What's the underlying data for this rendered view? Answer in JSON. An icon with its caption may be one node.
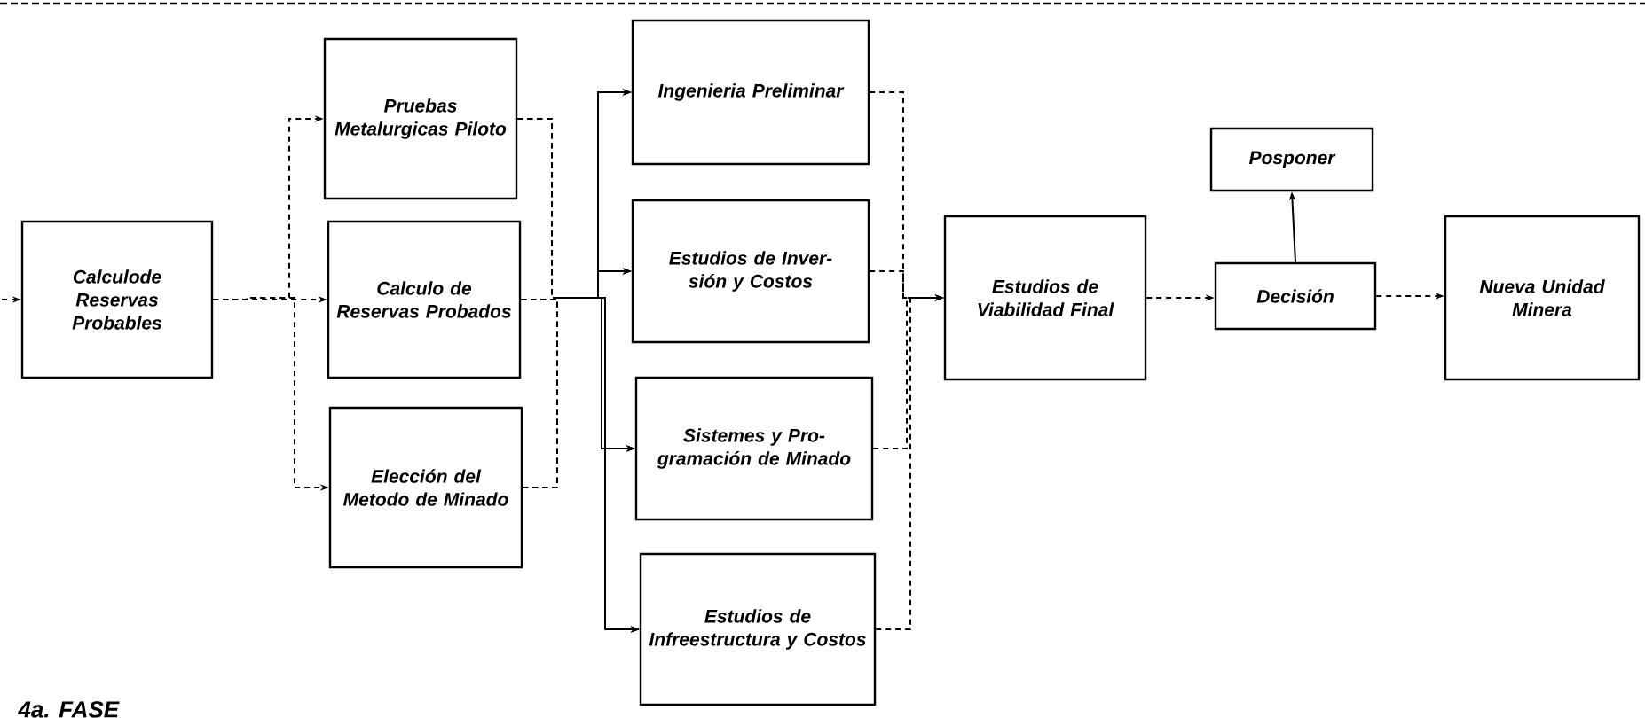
{
  "diagram": {
    "nodes": [
      {
        "text": [
          "Calculode Reservas Probables"
        ]
      },
      {
        "text": [
          "Pruebas Metalurgicas Piloto"
        ]
      },
      {
        "text": [
          "Calculo de Reservas Probados"
        ]
      },
      {
        "text": [
          "Elección del Metodo de Minado"
        ]
      },
      {
        "text": [
          "Ingenieria Preliminar"
        ]
      },
      {
        "text": [
          "Estudios de Inver- sión y Costos"
        ]
      },
      {
        "text": [
          "Sistemes y Pro- gramación de Minado"
        ]
      },
      {
        "text": [
          "Estudios de Infreestructura y Costos"
        ]
      },
      {
        "text": [
          "Estudios de Viabilidad Final"
        ]
      },
      {
        "text": [
          "Posponer"
        ]
      },
      {
        "text": [
          "Decisión"
        ]
      },
      {
        "text": [
          "Nueva Unidad Minera"
        ]
      }
    ],
    "edges": [
      {
        "from": null,
        "to": 0,
        "arrow": "to",
        "style": "dashed"
      },
      {
        "from": 0,
        "to": 1,
        "arrow": "to",
        "style": "dashed"
      },
      {
        "from": 0,
        "to": 2,
        "arrow": "to",
        "style": "dashed"
      },
      {
        "from": 0,
        "to": 3,
        "arrow": "to",
        "style": "dashed"
      },
      {
        "from": 1,
        "to": 4,
        "arrow": "to",
        "style": "dashed"
      },
      {
        "from": 1,
        "to": 5,
        "arrow": "to",
        "style": "dashed"
      },
      {
        "from": 1,
        "to": 6,
        "arrow": "to",
        "style": "dashed"
      },
      {
        "from": 1,
        "to": 7,
        "arrow": "to",
        "style": "dashed"
      },
      {
        "from": 2,
        "to": 4,
        "arrow": "to",
        "style": "dashed"
      },
      {
        "from": 2,
        "to": 5,
        "arrow": "to",
        "style": "dashed"
      },
      {
        "from": 2,
        "to": 6,
        "arrow": "to",
        "style": "dashed"
      },
      {
        "from": 2,
        "to": 7,
        "arrow": "to",
        "style": "dashed"
      },
      {
        "from": 3,
        "to": 4,
        "arrow": "to",
        "style": "dashed"
      },
      {
        "from": 3,
        "to": 5,
        "arrow": "to",
        "style": "dashed"
      },
      {
        "from": 3,
        "to": 6,
        "arrow": "to",
        "style": "dashed"
      },
      {
        "from": 3,
        "to": 7,
        "arrow": "to",
        "style": "dashed"
      },
      {
        "from": 4,
        "to": 8,
        "arrow": "to",
        "style": "dashed"
      },
      {
        "from": 5,
        "to": 8,
        "arrow": "to",
        "style": "dashed"
      },
      {
        "from": 6,
        "to": 8,
        "arrow": "to",
        "style": "dashed"
      },
      {
        "from": 7,
        "to": 8,
        "arrow": "to",
        "style": "dashed"
      },
      {
        "from": 8,
        "to": 10,
        "arrow": "to",
        "style": "dashed"
      },
      {
        "from": 10,
        "to": 11,
        "arrow": "to",
        "style": "dashed"
      },
      {
        "from": 10,
        "to": 9,
        "arrow": "to"
      }
    ],
    "labels": [
      "4a. FASE"
    ]
  }
}
